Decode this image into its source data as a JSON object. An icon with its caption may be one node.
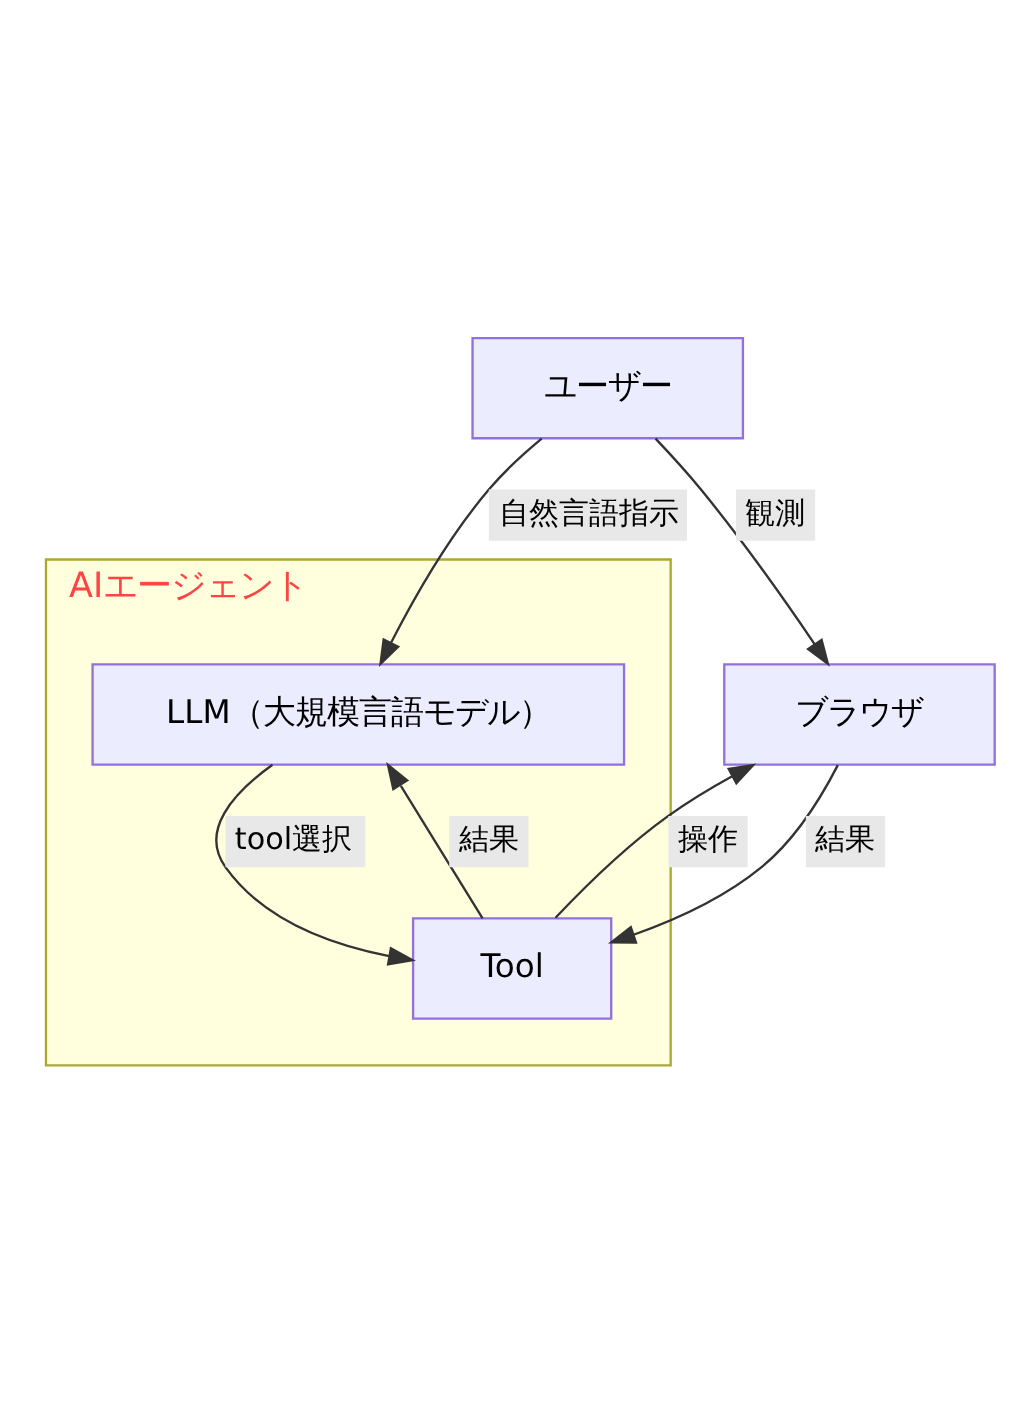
{
  "diagram": {
    "nodes": [
      {
        "text": [
          "ユーザー"
        ]
      },
      {
        "text": [
          "AIエージェント"
        ]
      },
      {
        "text": [
          "LLM（大規模言語モデル）"
        ],
        "in": 1
      },
      {
        "text": [
          "Tool"
        ],
        "in": 1
      },
      {
        "text": [
          "ブラウザ"
        ]
      }
    ],
    "edges": [
      {
        "from": 0,
        "to": 2,
        "arrow": "to",
        "label": "自然言語指示"
      },
      {
        "from": 0,
        "to": 4,
        "arrow": "to",
        "label": "観測"
      },
      {
        "from": 2,
        "to": 3,
        "arrow": "to",
        "label": "tool選択"
      },
      {
        "from": 3,
        "to": 2,
        "arrow": "to",
        "label": "結果"
      },
      {
        "from": 3,
        "to": 4,
        "arrow": "to",
        "label": "操作"
      },
      {
        "from": 4,
        "to": 3,
        "arrow": "to",
        "label": "結果"
      }
    ]
  }
}
